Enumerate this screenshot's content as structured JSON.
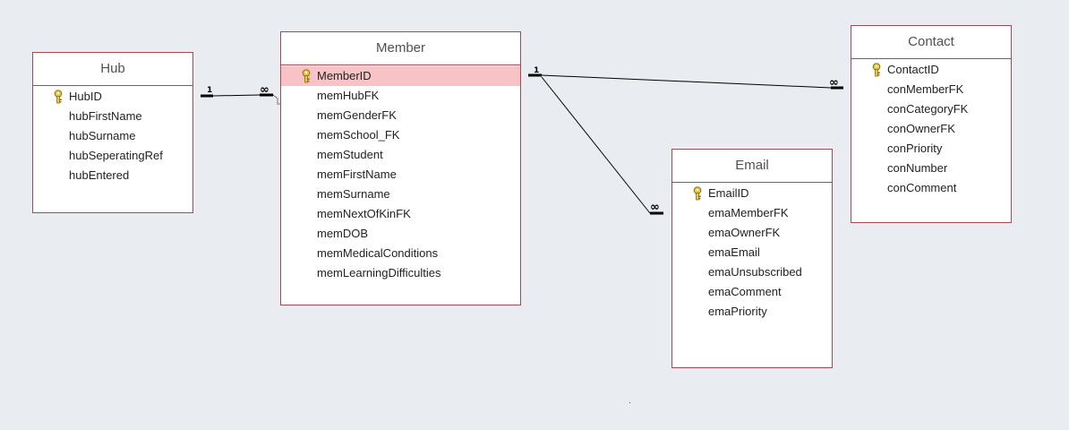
{
  "tables": [
    {
      "id": "hub",
      "title": "Hub",
      "fields": [
        {
          "name": "HubID",
          "key": true
        },
        {
          "name": "hubFirstName"
        },
        {
          "name": "hubSurname"
        },
        {
          "name": "hubSeperatingRef"
        },
        {
          "name": "hubEntered"
        }
      ]
    },
    {
      "id": "member",
      "title": "Member",
      "fields": [
        {
          "name": "MemberID",
          "key": true,
          "selected": true
        },
        {
          "name": "memHubFK"
        },
        {
          "name": "memGenderFK"
        },
        {
          "name": "memSchool_FK"
        },
        {
          "name": "memStudent"
        },
        {
          "name": "memFirstName"
        },
        {
          "name": "memSurname"
        },
        {
          "name": "memNextOfKinFK"
        },
        {
          "name": "memDOB"
        },
        {
          "name": "memMedicalConditions"
        },
        {
          "name": "memLearningDifficulties"
        }
      ]
    },
    {
      "id": "contact",
      "title": "Contact",
      "fields": [
        {
          "name": "ContactID",
          "key": true
        },
        {
          "name": "conMemberFK"
        },
        {
          "name": "conCategoryFK"
        },
        {
          "name": "conOwnerFK"
        },
        {
          "name": "conPriority"
        },
        {
          "name": "conNumber"
        },
        {
          "name": "conComment"
        }
      ]
    },
    {
      "id": "email",
      "title": "Email",
      "fields": [
        {
          "name": "EmailID",
          "key": true
        },
        {
          "name": "emaMemberFK"
        },
        {
          "name": "emaOwnerFK"
        },
        {
          "name": "emaEmail"
        },
        {
          "name": "emaUnsubscribed"
        },
        {
          "name": "emaComment"
        },
        {
          "name": "emaPriority"
        }
      ]
    }
  ],
  "relationships": [
    {
      "id": "hub-member",
      "one": "1",
      "many": "∞"
    },
    {
      "id": "member-contact",
      "one": "1",
      "many": "∞"
    },
    {
      "id": "member-email",
      "one": "1",
      "many": "∞"
    }
  ],
  "colors": {
    "border": "#a34a52",
    "selected": "#f8c2c6",
    "key": "#d4b020",
    "line": "#000000"
  }
}
